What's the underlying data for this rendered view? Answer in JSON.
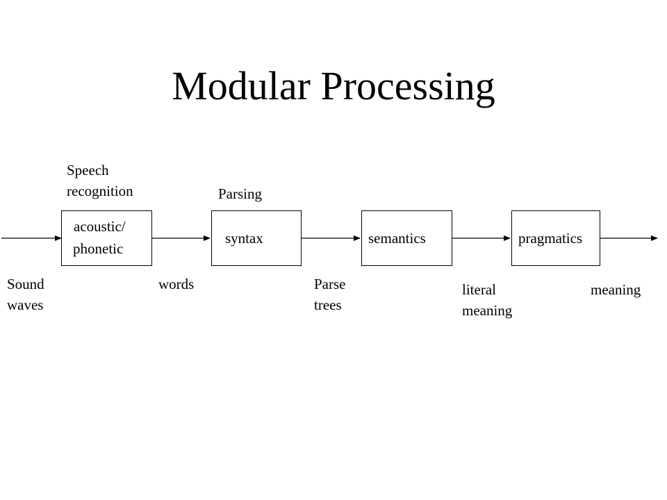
{
  "title": "Modular Processing",
  "modules": {
    "acoustic": {
      "line1": "acoustic/",
      "line2": "phonetic",
      "caption_line1": "Speech",
      "caption_line2": "recognition"
    },
    "syntax": {
      "label": "syntax",
      "caption": "Parsing"
    },
    "semantics": {
      "label": "semantics"
    },
    "pragmatics": {
      "label": "pragmatics"
    }
  },
  "flows": {
    "input": {
      "line1": "Sound",
      "line2": "waves"
    },
    "words": "words",
    "parse_trees": {
      "line1": "Parse",
      "line2": "trees"
    },
    "literal_meaning": {
      "line1": "literal",
      "line2": "meaning"
    },
    "output": "meaning"
  }
}
